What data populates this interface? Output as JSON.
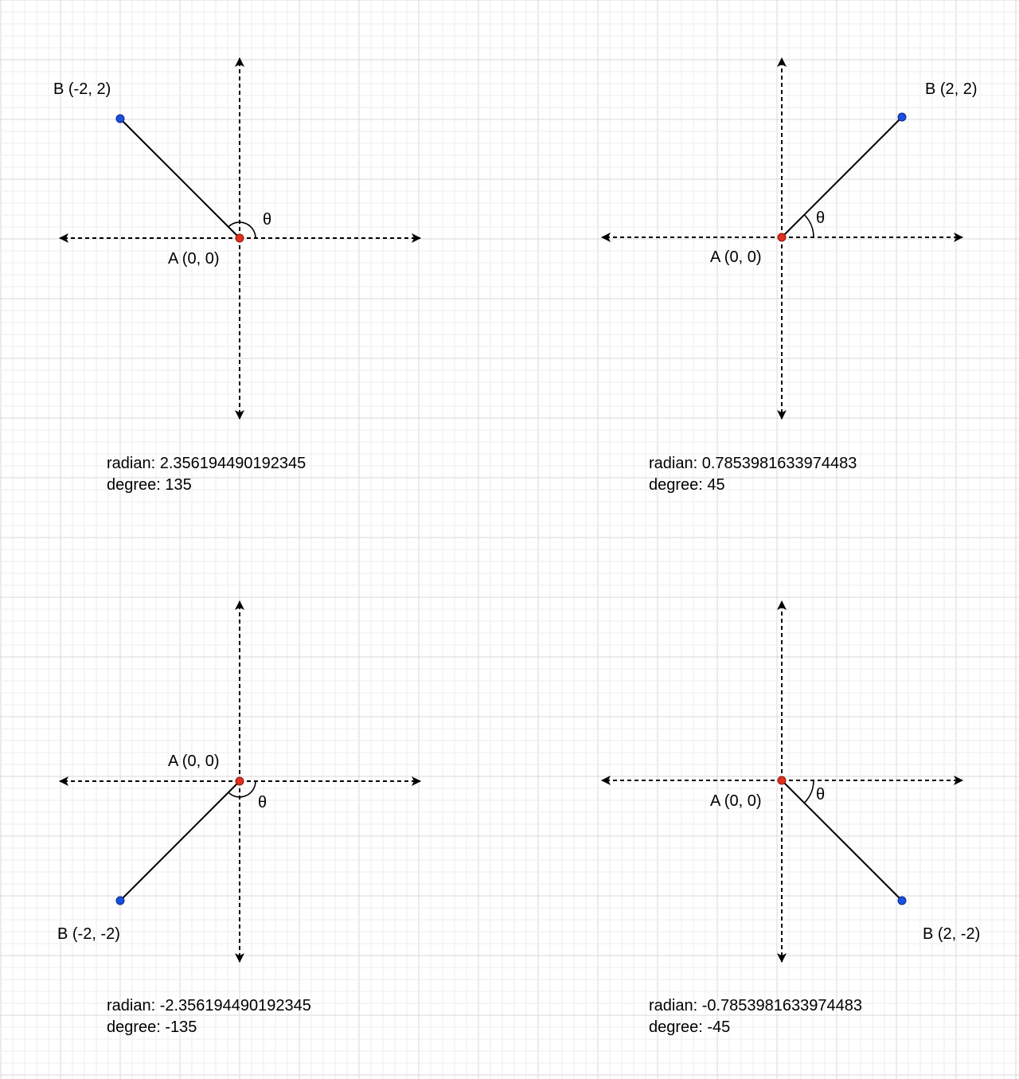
{
  "colors": {
    "background": "#ffffff",
    "grid_minor": "#eeeeee",
    "grid_major": "#d9d9d9",
    "axis": "#000000",
    "point_a": "#e0301e",
    "point_b": "#1a4fe0"
  },
  "panels": [
    {
      "id": "q2",
      "point_a": {
        "label": "A (0, 0)",
        "x": 0,
        "y": 0
      },
      "point_b": {
        "label": "B (-2, 2)",
        "x": -2,
        "y": 2
      },
      "theta_label": "θ",
      "radian_line": "radian: 2.356194490192345",
      "degree_line": "degree: 135"
    },
    {
      "id": "q1",
      "point_a": {
        "label": "A (0, 0)",
        "x": 0,
        "y": 0
      },
      "point_b": {
        "label": "B (2, 2)",
        "x": 2,
        "y": 2
      },
      "theta_label": "θ",
      "radian_line": "radian: 0.7853981633974483",
      "degree_line": "degree: 45"
    },
    {
      "id": "q3",
      "point_a": {
        "label": "A (0, 0)",
        "x": 0,
        "y": 0
      },
      "point_b": {
        "label": "B (-2, -2)",
        "x": -2,
        "y": -2
      },
      "theta_label": "θ",
      "radian_line": "radian: -2.356194490192345",
      "degree_line": "degree: -135"
    },
    {
      "id": "q4",
      "point_a": {
        "label": "A (0, 0)",
        "x": 0,
        "y": 0
      },
      "point_b": {
        "label": "B (2, -2)",
        "x": 2,
        "y": -2
      },
      "theta_label": "θ",
      "radian_line": "radian: -0.7853981633974483",
      "degree_line": "degree: -45"
    }
  ]
}
